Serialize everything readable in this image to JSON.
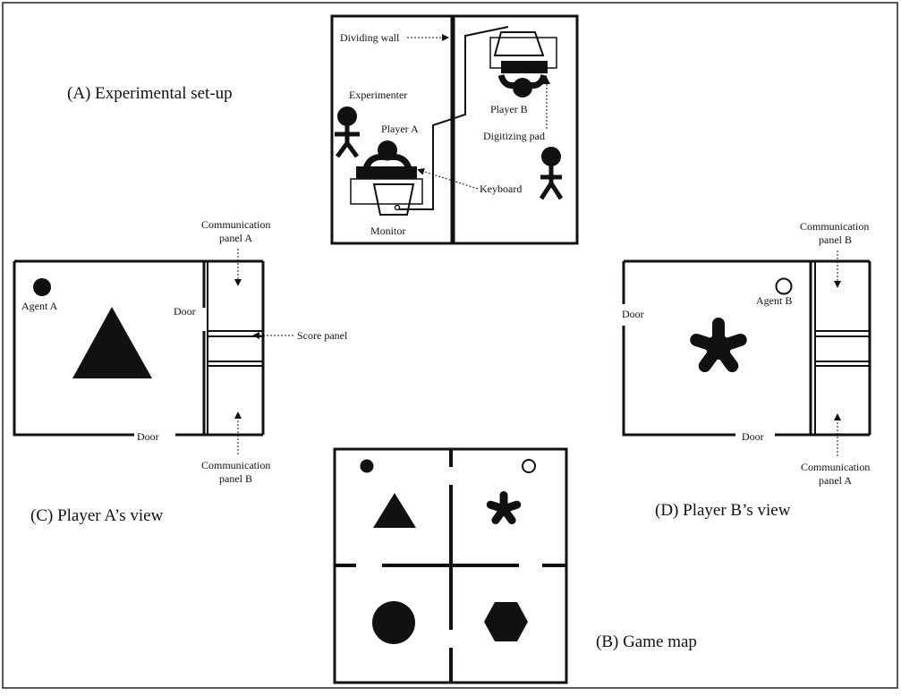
{
  "panels": {
    "setup": {
      "caption": "(A) Experimental set-up",
      "dividing_wall": "Dividing wall",
      "experimenter": "Experimenter",
      "player_a": "Player A",
      "player_b": "Player B",
      "digitizing_pad": "Digitizing pad",
      "keyboard": "Keyboard",
      "monitor": "Monitor"
    },
    "player_a_view": {
      "caption": "(C) Player A’s view",
      "comm_panel_top_1": "Communication",
      "comm_panel_top_2": "panel A",
      "agent": "Agent A",
      "door_side": "Door",
      "door_bottom": "Door",
      "score_panel": "Score panel",
      "comm_panel_bottom_1": "Communication",
      "comm_panel_bottom_2": "panel B"
    },
    "player_b_view": {
      "caption": "(D) Player B’s view",
      "comm_panel_top_1": "Communication",
      "comm_panel_top_2": "panel B",
      "agent": "Agent B",
      "door_side": "Door",
      "door_bottom": "Door",
      "comm_panel_bottom_1": "Communication",
      "comm_panel_bottom_2": "panel A"
    },
    "game_map": {
      "caption": "(B) Game map"
    }
  },
  "icons": [
    "triangle-icon",
    "asterisk-flower-icon",
    "circle-icon",
    "hexagon-icon",
    "person-icon",
    "monitor-icon",
    "keyboard-icon"
  ]
}
